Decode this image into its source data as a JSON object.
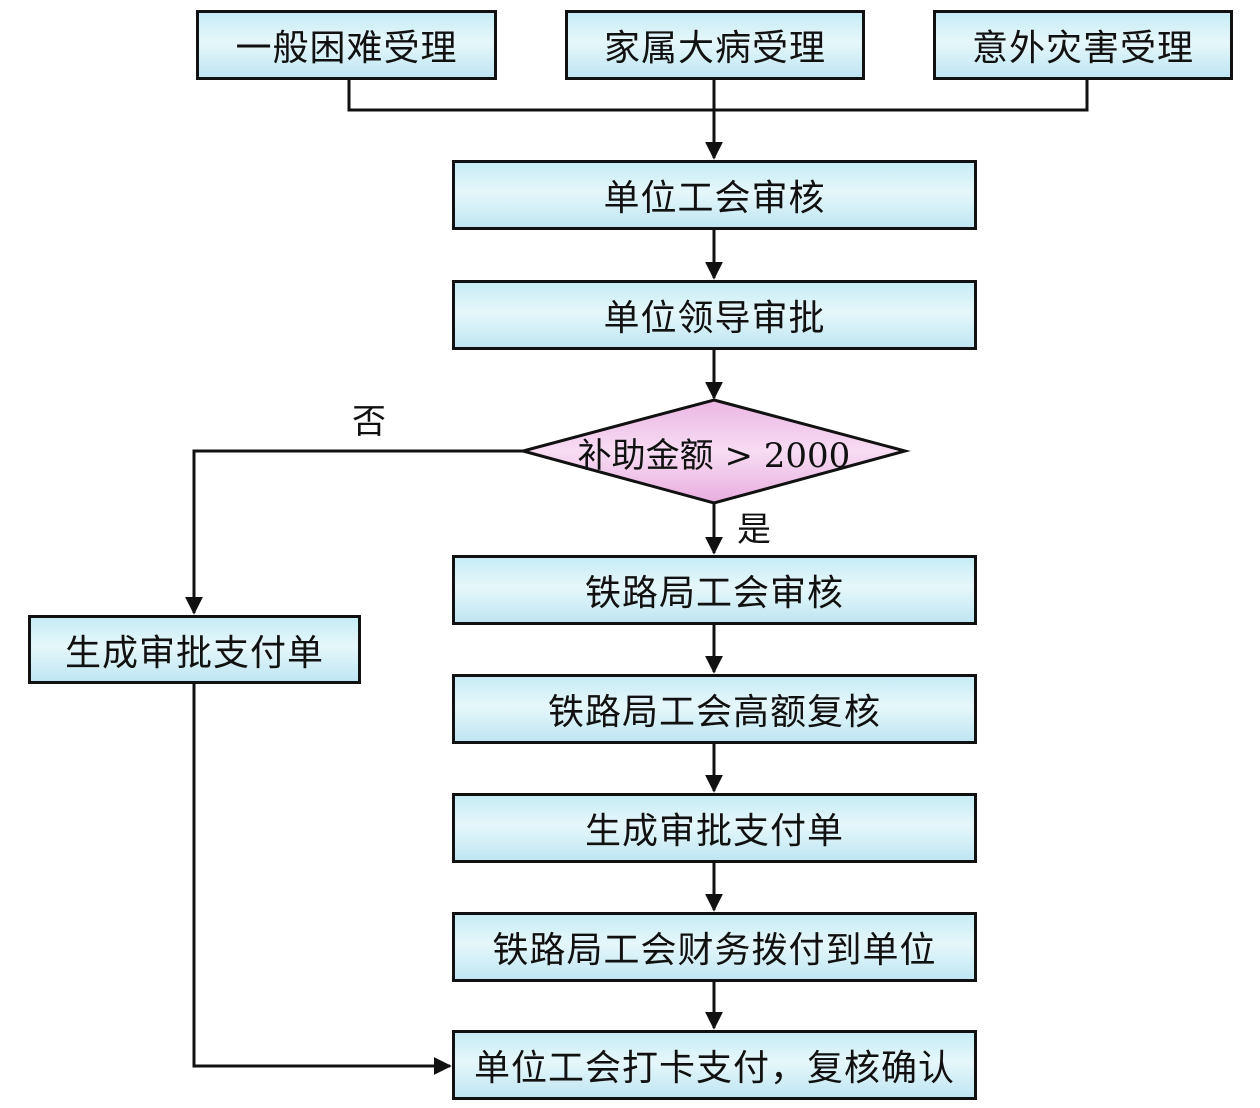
{
  "diagram": {
    "type": "flowchart",
    "colors": {
      "box_fill": "#d4f0f7",
      "decision_fill": "#f2c8ec",
      "stroke": "#111111"
    },
    "entry_nodes": [
      {
        "id": "general",
        "label": "一般困难受理"
      },
      {
        "id": "family",
        "label": "家属大病受理"
      },
      {
        "id": "accident",
        "label": "意外灾害受理"
      }
    ],
    "main_nodes": [
      {
        "id": "unit_union_review",
        "label": "单位工会审核"
      },
      {
        "id": "unit_leader_approve",
        "label": "单位领导审批"
      }
    ],
    "decision": {
      "id": "amount_check",
      "label": "补助金额 > 2000",
      "yes_label": "是",
      "no_label": "否"
    },
    "yes_branch": [
      {
        "id": "bureau_union_review",
        "label": "铁路局工会审核"
      },
      {
        "id": "bureau_high_recheck",
        "label": "铁路局工会高额复核"
      },
      {
        "id": "gen_payment_yes",
        "label": "生成审批支付单"
      },
      {
        "id": "bureau_finance",
        "label": "铁路局工会财务拨付到单位"
      }
    ],
    "no_branch": [
      {
        "id": "gen_payment_no",
        "label": "生成审批支付单"
      }
    ],
    "final_node": {
      "id": "unit_pay_confirm",
      "label": "单位工会打卡支付，复核确认"
    },
    "edges": [
      [
        "general",
        "unit_union_review"
      ],
      [
        "family",
        "unit_union_review"
      ],
      [
        "accident",
        "unit_union_review"
      ],
      [
        "unit_union_review",
        "unit_leader_approve"
      ],
      [
        "unit_leader_approve",
        "amount_check"
      ],
      [
        "amount_check",
        "bureau_union_review",
        "是"
      ],
      [
        "amount_check",
        "gen_payment_no",
        "否"
      ],
      [
        "bureau_union_review",
        "bureau_high_recheck"
      ],
      [
        "bureau_high_recheck",
        "gen_payment_yes"
      ],
      [
        "gen_payment_yes",
        "bureau_finance"
      ],
      [
        "bureau_finance",
        "unit_pay_confirm"
      ],
      [
        "gen_payment_no",
        "unit_pay_confirm"
      ]
    ]
  }
}
